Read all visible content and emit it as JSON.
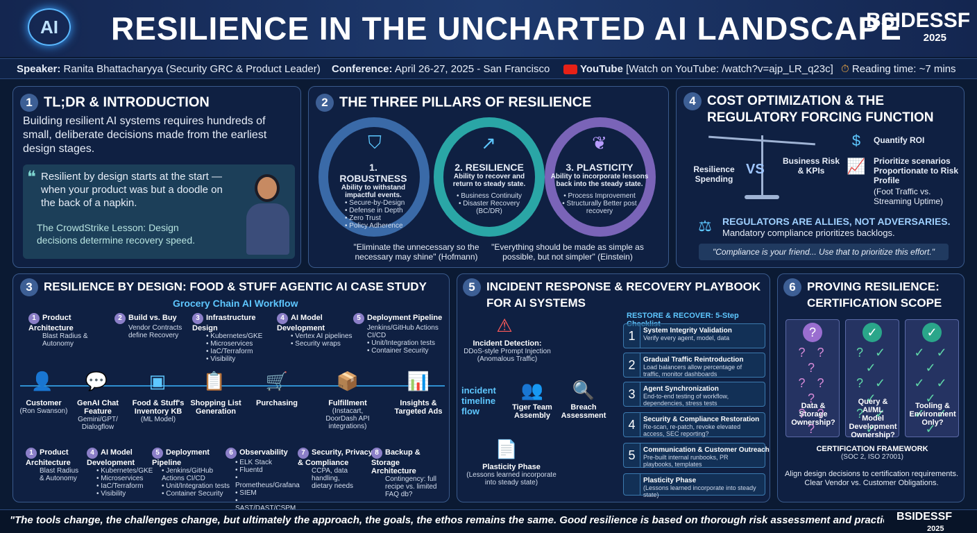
{
  "header": {
    "badge": "AI",
    "title": "RESILIENCE IN THE UNCHARTED AI LANDSCAPE",
    "logo_main": "BSIDESSF",
    "logo_year": "2025"
  },
  "meta": {
    "speaker_label": "Speaker:",
    "speaker": "Ranita Bhattacharyya (Security GRC & Product Leader)",
    "conf_label": "Conference:",
    "conf": "April 26-27, 2025 - San Francisco",
    "yt_label": "YouTube",
    "yt": "[Watch on YouTube: /watch?v=ajp_LR_q23c]",
    "reading": "Reading time: ~7 mins"
  },
  "p1": {
    "num": "1",
    "title": "TL;DR & INTRODUCTION",
    "intro": "Building resilient AI systems requires hundreds of small, deliberate decisions made from the earliest design stages.",
    "quote": "Resilient by design starts at the start — when your product was but a doodle on the back of a napkin.",
    "lesson": "The CrowdStrike Lesson: Design decisions determine recovery speed."
  },
  "p2": {
    "num": "2",
    "title": "THE THREE PILLARS OF RESILIENCE",
    "pillars": [
      {
        "name": "1. ROBUSTNESS",
        "desc": "Ability to withstand impactful events.",
        "bullets": "• Secure-by-Design\n• Defense in Depth\n• Zero Trust\n• Policy Adherence"
      },
      {
        "name": "2. RESILIENCE",
        "desc": "Ability to recover and return to steady state.",
        "bullets": "• Business Continuity\n• Disaster Recovery (BC/DR)"
      },
      {
        "name": "3. PLASTICITY",
        "desc": "Ability to incorporate lessons back into the steady state.",
        "bullets": "• Process Improvement\n• Structurally Better post recovery"
      }
    ],
    "quote1": "\"Eliminate the unnecessary so the necessary may shine\" (Hofmann)",
    "quote2": "\"Everything should be made as simple as possible, but not simpler\" (Einstein)"
  },
  "p4": {
    "num": "4",
    "title1": "COST OPTIMIZATION & THE",
    "title2": "REGULATORY FORCING FUNCTION",
    "left": "Resilience Spending",
    "vs": "VS",
    "right": "Business Risk & KPIs",
    "roi": "Quantify ROI",
    "prio": "Prioritize scenarios Proportionate to Risk Profile",
    "prio_ex": "(Foot Traffic vs. Streaming Uptime)",
    "allies": "REGULATORS ARE ALLIES, NOT ADVERSARIES.",
    "allies_sub": "Mandatory compliance prioritizes backlogs.",
    "quote": "\"Compliance is your friend... Use that to prioritize this effort.\""
  },
  "p3": {
    "num": "3",
    "title": "RESILIENCE BY DESIGN: FOOD & STUFF AGENTIC AI CASE STUDY",
    "subtitle": "Grocery Chain AI Workflow",
    "top": [
      {
        "n": "1",
        "t": "Product Architecture",
        "d": "Blast Radius &\nAutonomy"
      },
      {
        "n": "2",
        "t": "Build vs. Buy",
        "d": "Vendor Contracts\ndefine Recovery"
      },
      {
        "n": "3",
        "t": "Infrastructure Design",
        "d": "• Kubernetes/GKE\n• Microservices\n• IaC/Terraform\n• Visibility"
      },
      {
        "n": "4",
        "t": "AI Model\nDevelopment",
        "d": "• Vertex AI pipelines\n• Security wraps"
      },
      {
        "n": "5",
        "t": "Deployment Pipeline",
        "d": "Jenkins/GitHub Actions\nCI/CD\n• Unit/Integration tests\n• Container Security"
      }
    ],
    "flow": [
      {
        "t": "Customer",
        "d": "(Ron Swanson)"
      },
      {
        "t": "GenAI Chat\nFeature",
        "d": "Gemini/GPT/\nDialogflow"
      },
      {
        "t": "Food & Stuff's\nInventory KB",
        "d": "(ML Model)"
      },
      {
        "t": "Shopping List\nGeneration",
        "d": ""
      },
      {
        "t": "Purchasing",
        "d": ""
      },
      {
        "t": "Fulfillment",
        "d": "(Instacart,\nDoorDash API\nintegrations)"
      },
      {
        "t": "Insights &\nTargeted Ads",
        "d": ""
      }
    ],
    "bottom": [
      {
        "n": "1",
        "t": "Product\nArchitecture",
        "d": "Blast Radius\n& Autonomy"
      },
      {
        "n": "4",
        "t": "AI Model\nDevelopment",
        "d": "• Kubernetes/GKE\n• Microservices\n• IaC/Terraform\n• Visibility"
      },
      {
        "n": "5",
        "t": "Deployment\nPipeline",
        "d": "• Jenkins/GitHub\n  Actions CI/CD\n• Unit/Integration tests\n• Container Security"
      },
      {
        "n": "6",
        "t": "Observability",
        "d": "• ELK Stack\n• Fluentd\n• Prometheus/Grafana\n• SIEM\n• SAST/DAST/CSPM"
      },
      {
        "n": "7",
        "t": "Security, Privacy\n& Compliance",
        "d": "CCPA, data\nhandling,\ndietary needs"
      },
      {
        "n": "8",
        "t": "Backup & Storage\nArchitecture",
        "d": "Contingency: full\nrecipe vs. limited\nFAQ db?"
      }
    ]
  },
  "p5": {
    "num": "5",
    "title1": "INCIDENT RESPONSE & RECOVERY PLAYBOOK",
    "title2": "FOR AI SYSTEMS",
    "detect_t": "Incident Detection:",
    "detect_d": "DDoS-style Prompt Injection\n(Anomalous Traffic)",
    "timeline": "incident\ntimeline\nflow",
    "tiger": "Tiger Team\nAssembly",
    "breach": "Breach\nAssessment",
    "plast_t": "Plasticity Phase",
    "plast_d": "(Lessons learned incorporate\ninto steady state)",
    "check_title": "RESTORE & RECOVER: 5-Step Checklist",
    "steps": [
      {
        "n": "1",
        "t": "System Integrity Validation",
        "d": "Verify every agent, model, data"
      },
      {
        "n": "2",
        "t": "Gradual Traffic Reintroduction",
        "d": "Load balancers allow percentage of\ntraffic, monitor dashboards"
      },
      {
        "n": "3",
        "t": "Agent Synchronization",
        "d": "End-to-end testing of workflow,\ndependencies, stress tests"
      },
      {
        "n": "4",
        "t": "Security & Compliance Restoration",
        "d": "Re-scan, re-patch, revoke elevated\naccess, SEC reporting?"
      },
      {
        "n": "5",
        "t": "Communication & Customer Outreach",
        "d": "Pre-built internal runbooks, PR\nplaybooks, templates"
      },
      {
        "n": "",
        "t": "Plasticity Phase",
        "d": "(Lessons learned incorporate into steady state)"
      }
    ]
  },
  "p6": {
    "num": "6",
    "title1": "PROVING RESILIENCE:",
    "title2": "CERTIFICATION SCOPE",
    "cols": [
      {
        "marks": "? ? ?\n? ? ?\n? ? ?",
        "label": "Data &\nStorage\nOwnership?"
      },
      {
        "marks": "? ✓ ✓\n? ✓ ✓\n? ✓ ✓",
        "label": "Query & AI/ML\nModel\nDevelopment\nOwnership?"
      },
      {
        "marks": "✓ ✓ ✓\n✓ ✓ ✓\n✓ ✓ ✓",
        "label": "Tooling &\nEnvironment\nOnly?"
      }
    ],
    "fw_t": "CERTIFICATION FRAMEWORK",
    "fw_d": "(SOC 2, ISO 27001)",
    "foot": "Align design decisions to certification requirements.\nClear Vendor vs. Customer Obligations."
  },
  "footer": {
    "quote": "\"The tools change, the challenges change, but ultimately the approach, the goals, the ethos remains the same. Good resilience is based on thorough risk assessment and practiced plans.\"",
    "logo": "BSIDESSF",
    "year": "2025"
  }
}
